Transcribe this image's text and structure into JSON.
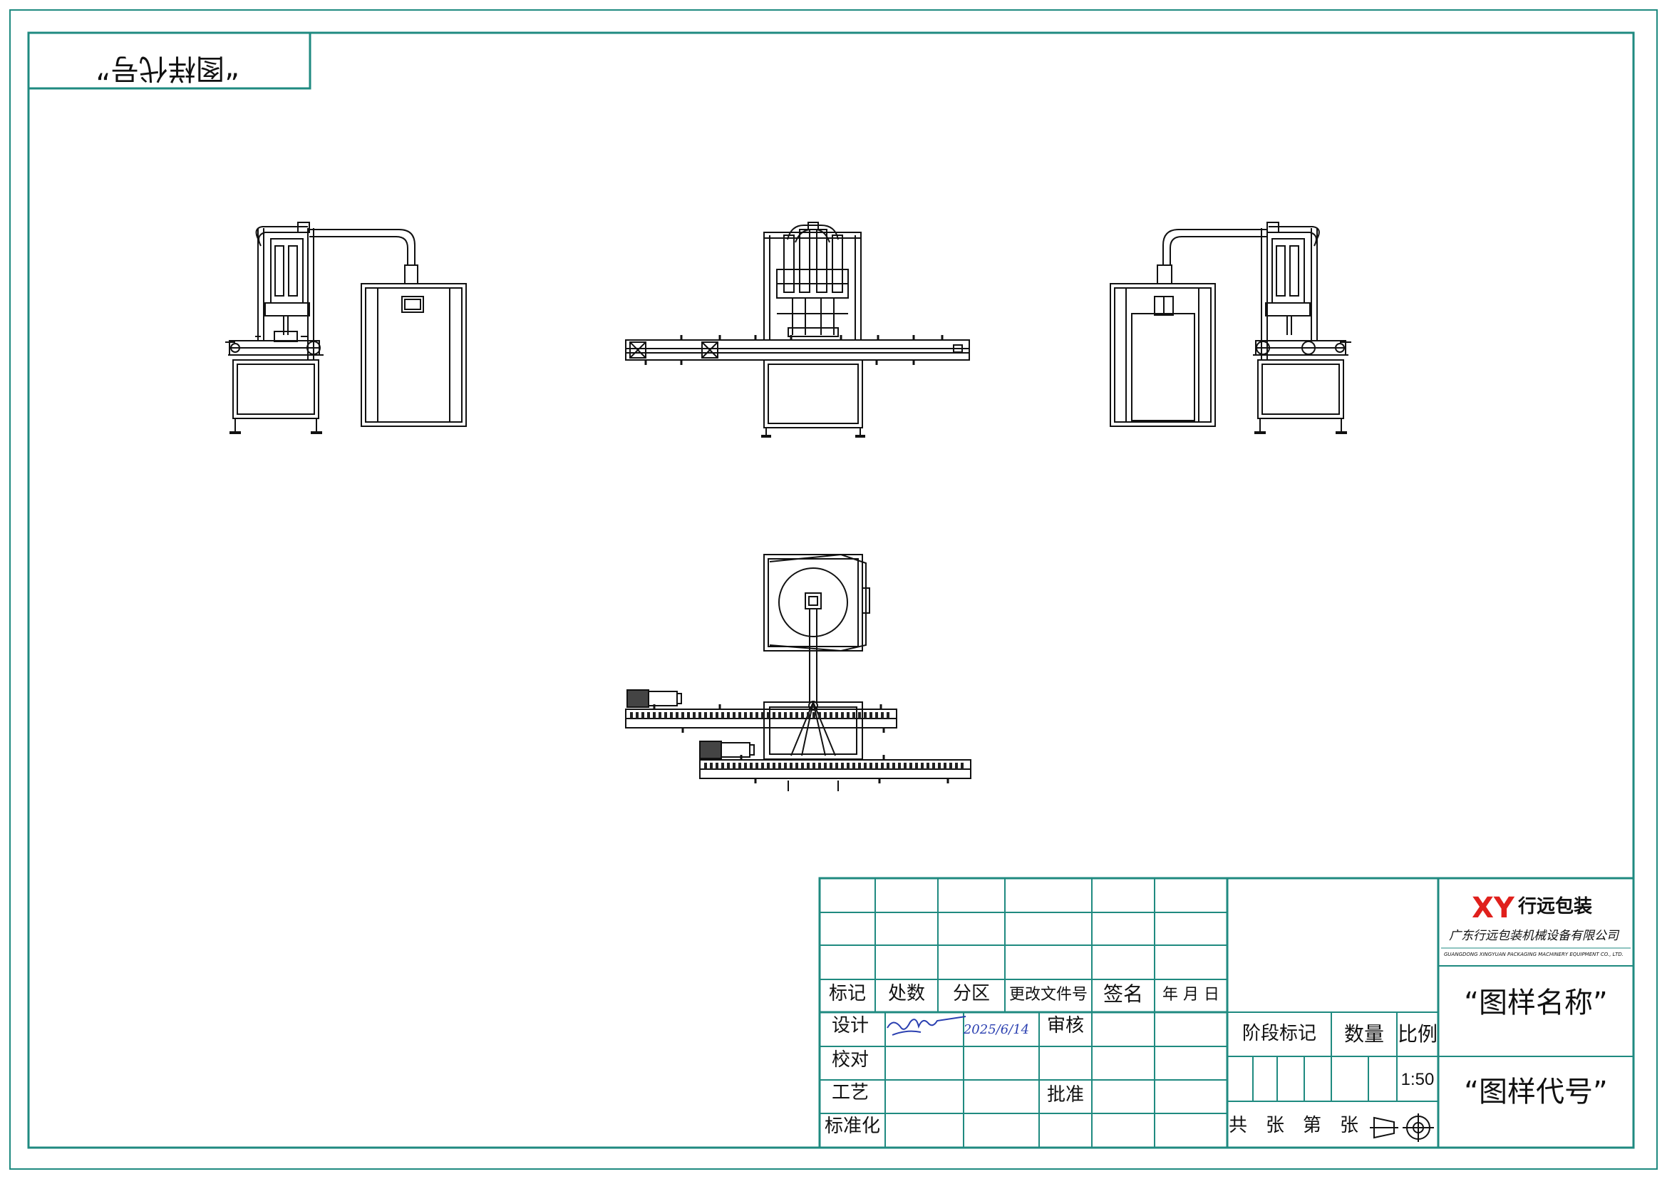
{
  "colors": {
    "frame": "#1f8a80",
    "ink": "#111111",
    "signature": "#2a3fb0",
    "logo_red": "#e0201c"
  },
  "corner_label": "“图样代号”",
  "title_block": {
    "revision_headers": [
      "标记",
      "处数",
      "分区",
      "更改文件号",
      "签名",
      "年 月 日"
    ],
    "design_label": "设计",
    "design_date": "2025/6/14",
    "review_label": "审核",
    "check_label": "校对",
    "process_label": "工艺",
    "approve_label": "批准",
    "standard_label": "标准化",
    "stage_label": "阶段标记",
    "quantity_label": "数量",
    "scale_label": "比例",
    "scale_value": "1:50",
    "sheets_label": "共　张　第　张",
    "drawing_name": "“图样名称”",
    "drawing_code": "“图样代号”"
  },
  "company": {
    "logo_mark": "XY",
    "brand": "行远包装",
    "name_cn": "广东行远包装机械设备有限公司",
    "name_en": "GUANGDONG XINGYUAN PACKAGING MACHINERY EQUIPMENT CO., LTD."
  },
  "views": [
    {
      "name": "left-side-view"
    },
    {
      "name": "front-view"
    },
    {
      "name": "right-side-view"
    },
    {
      "name": "top-view"
    }
  ]
}
